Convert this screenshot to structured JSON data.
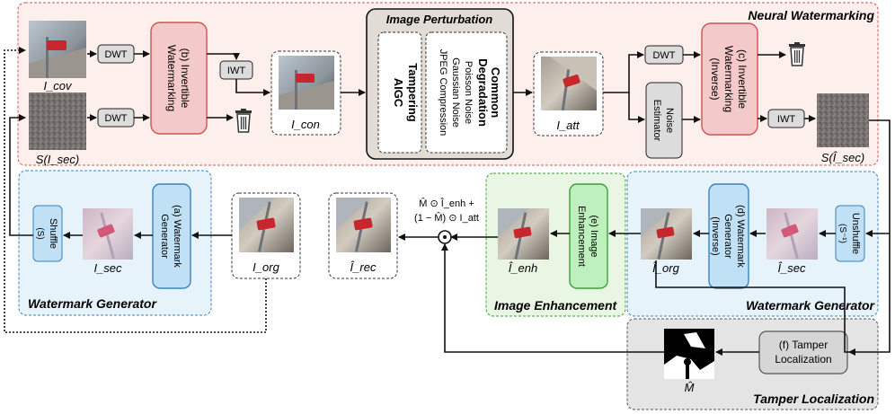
{
  "sections": {
    "neural_watermarking": "Neural Watermarking",
    "image_perturbation": "Image Perturbation",
    "watermark_generator_left": "Watermark Generator",
    "image_enhancement": "Image Enhancement",
    "watermark_generator_right": "Watermark Generator",
    "tamper_localization": "Tamper Localization"
  },
  "ops": {
    "dwt": "DWT",
    "iwt": "IWT",
    "noise_estimator": [
      "Noise",
      "Estimator"
    ],
    "shuffle": [
      "Shuffle",
      "(S)"
    ],
    "unshuffle": [
      "Unshuffle",
      "(S⁻¹)"
    ]
  },
  "modules": {
    "b": [
      "(b) Invertible",
      "Watermarking"
    ],
    "c": [
      "(c) Invertible",
      "Watermarking",
      "(Inverse)"
    ],
    "a": [
      "(a) Watermark",
      "Generator"
    ],
    "d": [
      "(d) Watermark",
      "Generator",
      "(Inverse)"
    ],
    "e": [
      "(e) Image",
      "Enhancement"
    ],
    "f": [
      "(f) Tamper",
      "Localization"
    ]
  },
  "perturbation": {
    "aigc": [
      "AIGC",
      "Tampering"
    ],
    "common_title": [
      "Common",
      "Degradation"
    ],
    "common_items": [
      "Poisson Noise",
      "Gaussian Noise",
      "JPEG Compression"
    ]
  },
  "labels": {
    "i_cov": "I_cov",
    "s_i_sec": "S(I_sec)",
    "i_con": "I_con",
    "i_att": "I_att",
    "s_i_sec_hat": "S(Î_sec)",
    "i_sec": "I_sec",
    "i_org": "I_org",
    "i_rec_hat": "Î_rec",
    "i_enh_hat": "Î_enh",
    "i_org_hat": "Î_org",
    "i_sec_hat": "Î_sec",
    "m_hat": "M̂"
  },
  "formula": [
    "M̂ ⊙ Î_enh +",
    "(1 − M̂) ⊙ I_att"
  ],
  "colors": {
    "module_red_fill": "#f4c9c9",
    "module_red_stroke": "#cf5252",
    "module_blue_fill": "#bfe0f5",
    "module_blue_stroke": "#3a82c0",
    "module_green_fill": "#bdf0bd",
    "module_green_stroke": "#3aa13a",
    "op_gray_fill": "#dcdcdc",
    "section_red_fill": "#fdf0ec",
    "section_blue_fill": "#e6f3fb",
    "section_green_fill": "#e9f6e3",
    "section_gray_fill": "#e4e4e4",
    "perturb_fill": "#e2dcd6"
  }
}
